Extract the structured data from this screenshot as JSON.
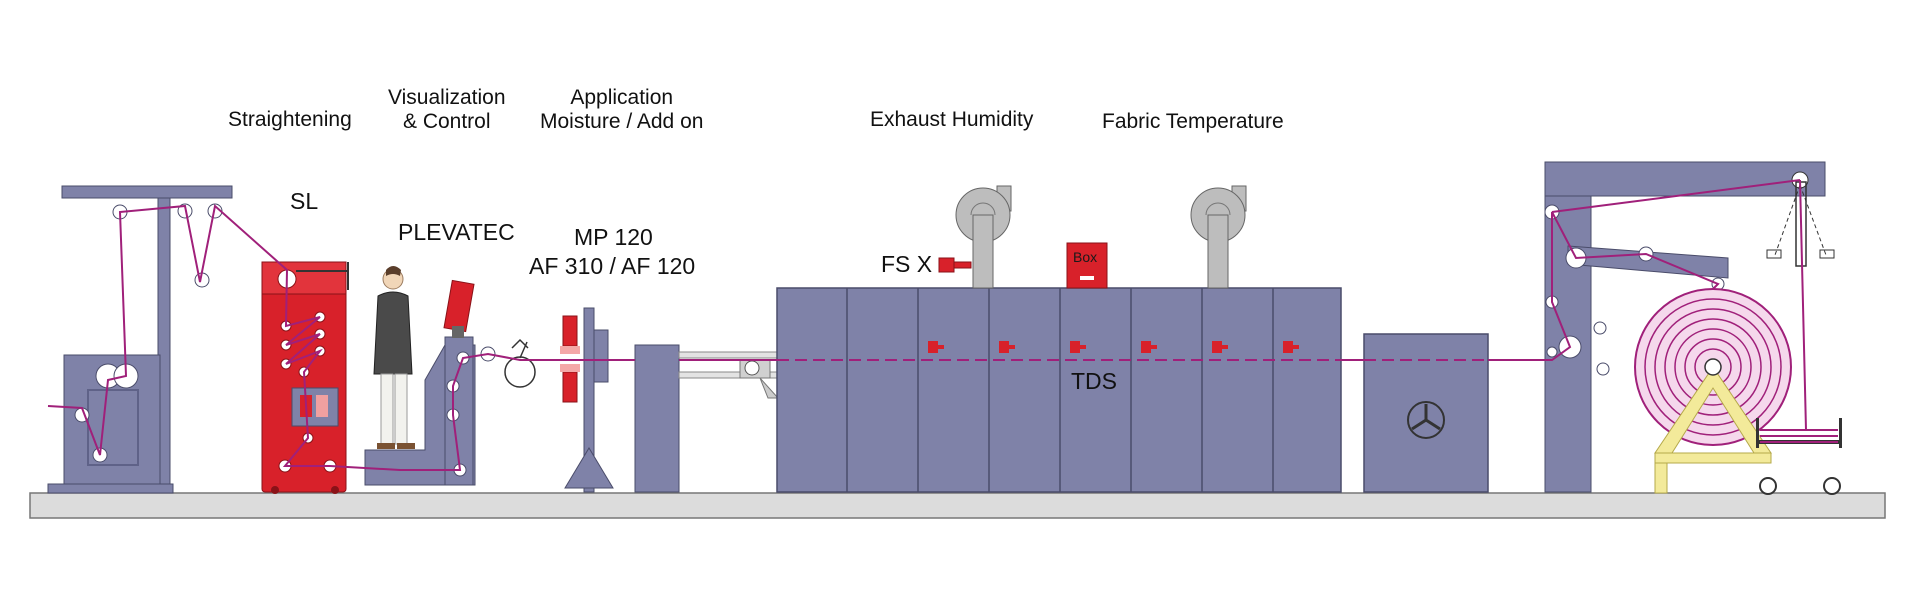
{
  "labels": {
    "straightening": "Straightening",
    "visualization_line1": "Visualization",
    "visualization_line2": "& Control",
    "application_line1": "Application",
    "application_line2": "Moisture / Add on",
    "exhaust_humidity": "Exhaust Humidity",
    "fabric_temperature": "Fabric Temperature",
    "sl": "SL",
    "plevatec": "PLEVATEC",
    "mp120": "MP 120",
    "af": "AF 310 / AF 120",
    "fsx": "FS X",
    "box": "Box",
    "tds": "TDS"
  },
  "colors": {
    "machine": "#7f82a8",
    "machine_dark": "#5f6288",
    "red": "#d8212a",
    "fabric": "#a0207a",
    "floor": "#dcdcdc",
    "duct": "#bdbdbd",
    "frame_yellow": "#f3ea9a"
  }
}
